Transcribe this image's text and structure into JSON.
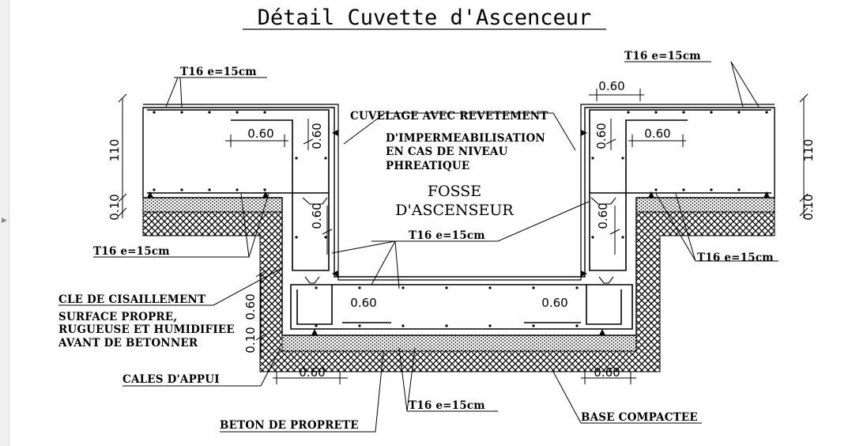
{
  "title": "Détail Cuvette d'Ascenceur",
  "labels": {
    "t16_top_left": "T16 e=15cm",
    "t16_top_right": "T16 e=15cm",
    "t16_left": "T16 e=15cm",
    "t16_center": "T16 e=15cm",
    "t16_right": "T16 e=15cm",
    "t16_bottom": "T16 e=15cm",
    "cuvelage_1": "CUVELAGE AVEC REVETEMENT",
    "cuvelage_2": "D'IMPERMEABILISATION",
    "cuvelage_3": "EN CAS DE NIVEAU",
    "cuvelage_4": "PHREATIQUE",
    "fosse_1": "FOSSE",
    "fosse_2": "D'ASCENSEUR",
    "cle": "CLE DE CISAILLEMENT",
    "surface_1": "SURFACE PROPRE,",
    "surface_2": "RUGUEUSE ET HUMIDIFIEE",
    "surface_3": "AVANT DE BETONNER",
    "cales": "CALES D'APPUI",
    "beton": "BETON DE PROPRETE",
    "base": "BASE COMPACTEE"
  },
  "dimensions": {
    "d110": "110",
    "d010": "0.10",
    "d060": "0.60"
  },
  "colors": {
    "ink": "#000000",
    "background": "#ffffff"
  }
}
